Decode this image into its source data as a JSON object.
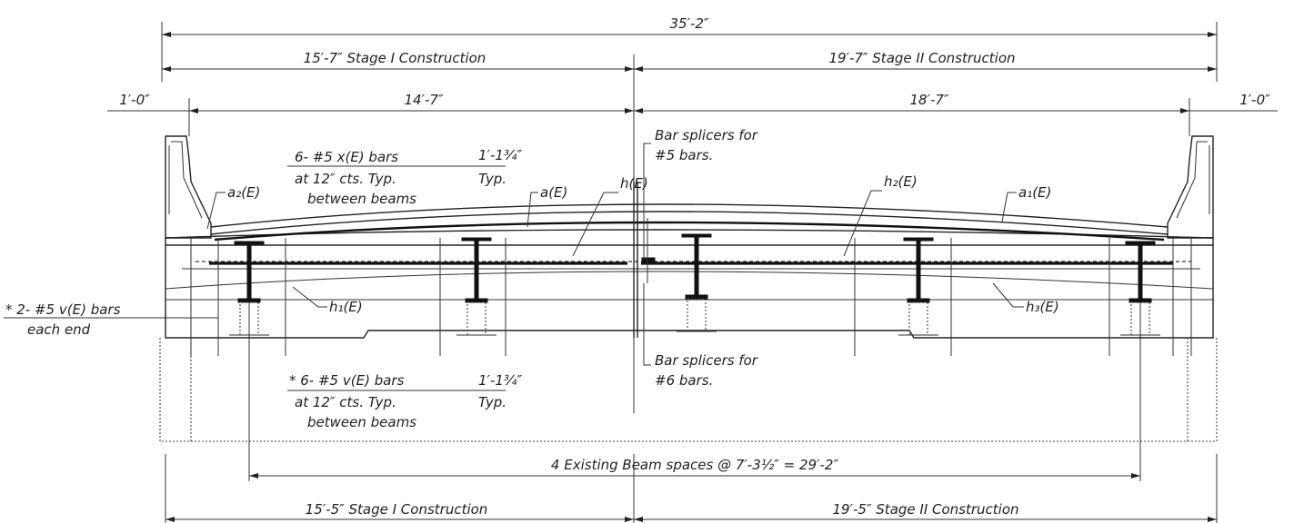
{
  "dimensions": {
    "overall": "35′-2″",
    "stage1_top": "15′-7″ Stage I Construction",
    "stage2_top": "19′-7″ Stage II Construction",
    "left_parapet": "1′-0″",
    "right_parapet": "1′-0″",
    "left_deck": "14′-7″",
    "right_deck": "18′-7″",
    "beam_spaces": "4 Existing Beam spaces @ 7′-3½″ = 29′-2″",
    "stage1_bottom": "15′-5″ Stage I Construction",
    "stage2_bottom": "19′-5″ Stage II Construction"
  },
  "notes": {
    "x_bars_line1": "6- #5 x(E) bars",
    "x_bars_line2": "at 12″ cts. Typ.",
    "x_bars_line3": "between beams",
    "top_offset_dim": "1′-1¾″",
    "top_offset_typ": "Typ.",
    "splicer5_line1": "Bar splicers for",
    "splicer5_line2": "#5 bars.",
    "splicer6_line1": "Bar splicers for",
    "splicer6_line2": "#6 bars.",
    "v_bars_line1": "* 6- #5 v(E) bars",
    "v_bars_line2": "at 12″ cts. Typ.",
    "v_bars_line3": "between beams",
    "bottom_offset_dim": "1′-1¾″",
    "bottom_offset_typ": "Typ.",
    "end_bars_line1": "* 2- #5 v(E) bars",
    "end_bars_line2": "each end"
  },
  "bar_marks": {
    "a2": "a₂(E)",
    "a": "a(E)",
    "h": "h(E)",
    "h2": "h₂(E)",
    "a1": "a₁(E)",
    "h1": "h₁(E)",
    "h3": "h₃(E)"
  }
}
